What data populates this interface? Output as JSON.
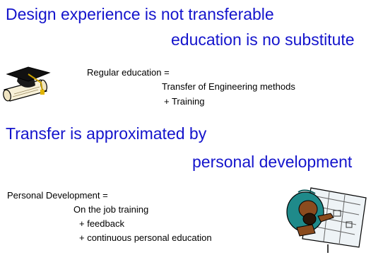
{
  "section1": {
    "heading_line1": "Design experience is not transferable",
    "heading_line2": "education is no substitute",
    "def_label": "Regular education =",
    "def_line1": "Transfer of Engineering methods",
    "def_line2": "+ Training",
    "icon": "graduation-cap-diploma"
  },
  "section2": {
    "heading_line1": "Transfer is approximated by",
    "heading_line2": "personal development",
    "def_label": "Personal Development =",
    "def_line1": "On the job training",
    "def_line2": "+ feedback",
    "def_line3": "+ continuous personal education",
    "icon": "person-at-drafting-table"
  },
  "colors": {
    "heading": "#1414cc",
    "text": "#000000"
  }
}
